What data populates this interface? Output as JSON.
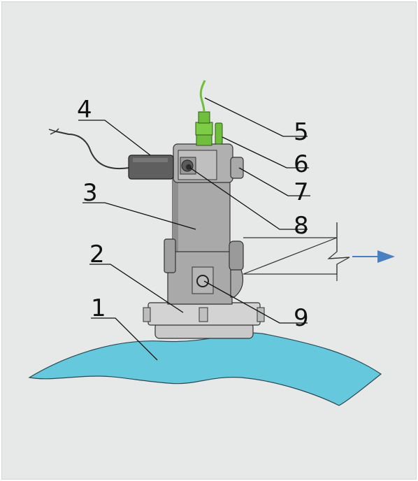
{
  "labels": {
    "n1": "1",
    "n2": "2",
    "n3": "3",
    "n4": "4",
    "n5": "5",
    "n6": "6",
    "n7": "7",
    "n8": "8",
    "n9": "9"
  },
  "colors": {
    "background": "#e7e8e8",
    "water": "#66c8dc",
    "body_metal": "#a9a9a9",
    "body_dark": "#7d7d7d",
    "connector_green": "#6fbf3c",
    "arrow_blue": "#4a7fc0"
  },
  "icons": {
    "flow_direction": "right-arrow"
  }
}
